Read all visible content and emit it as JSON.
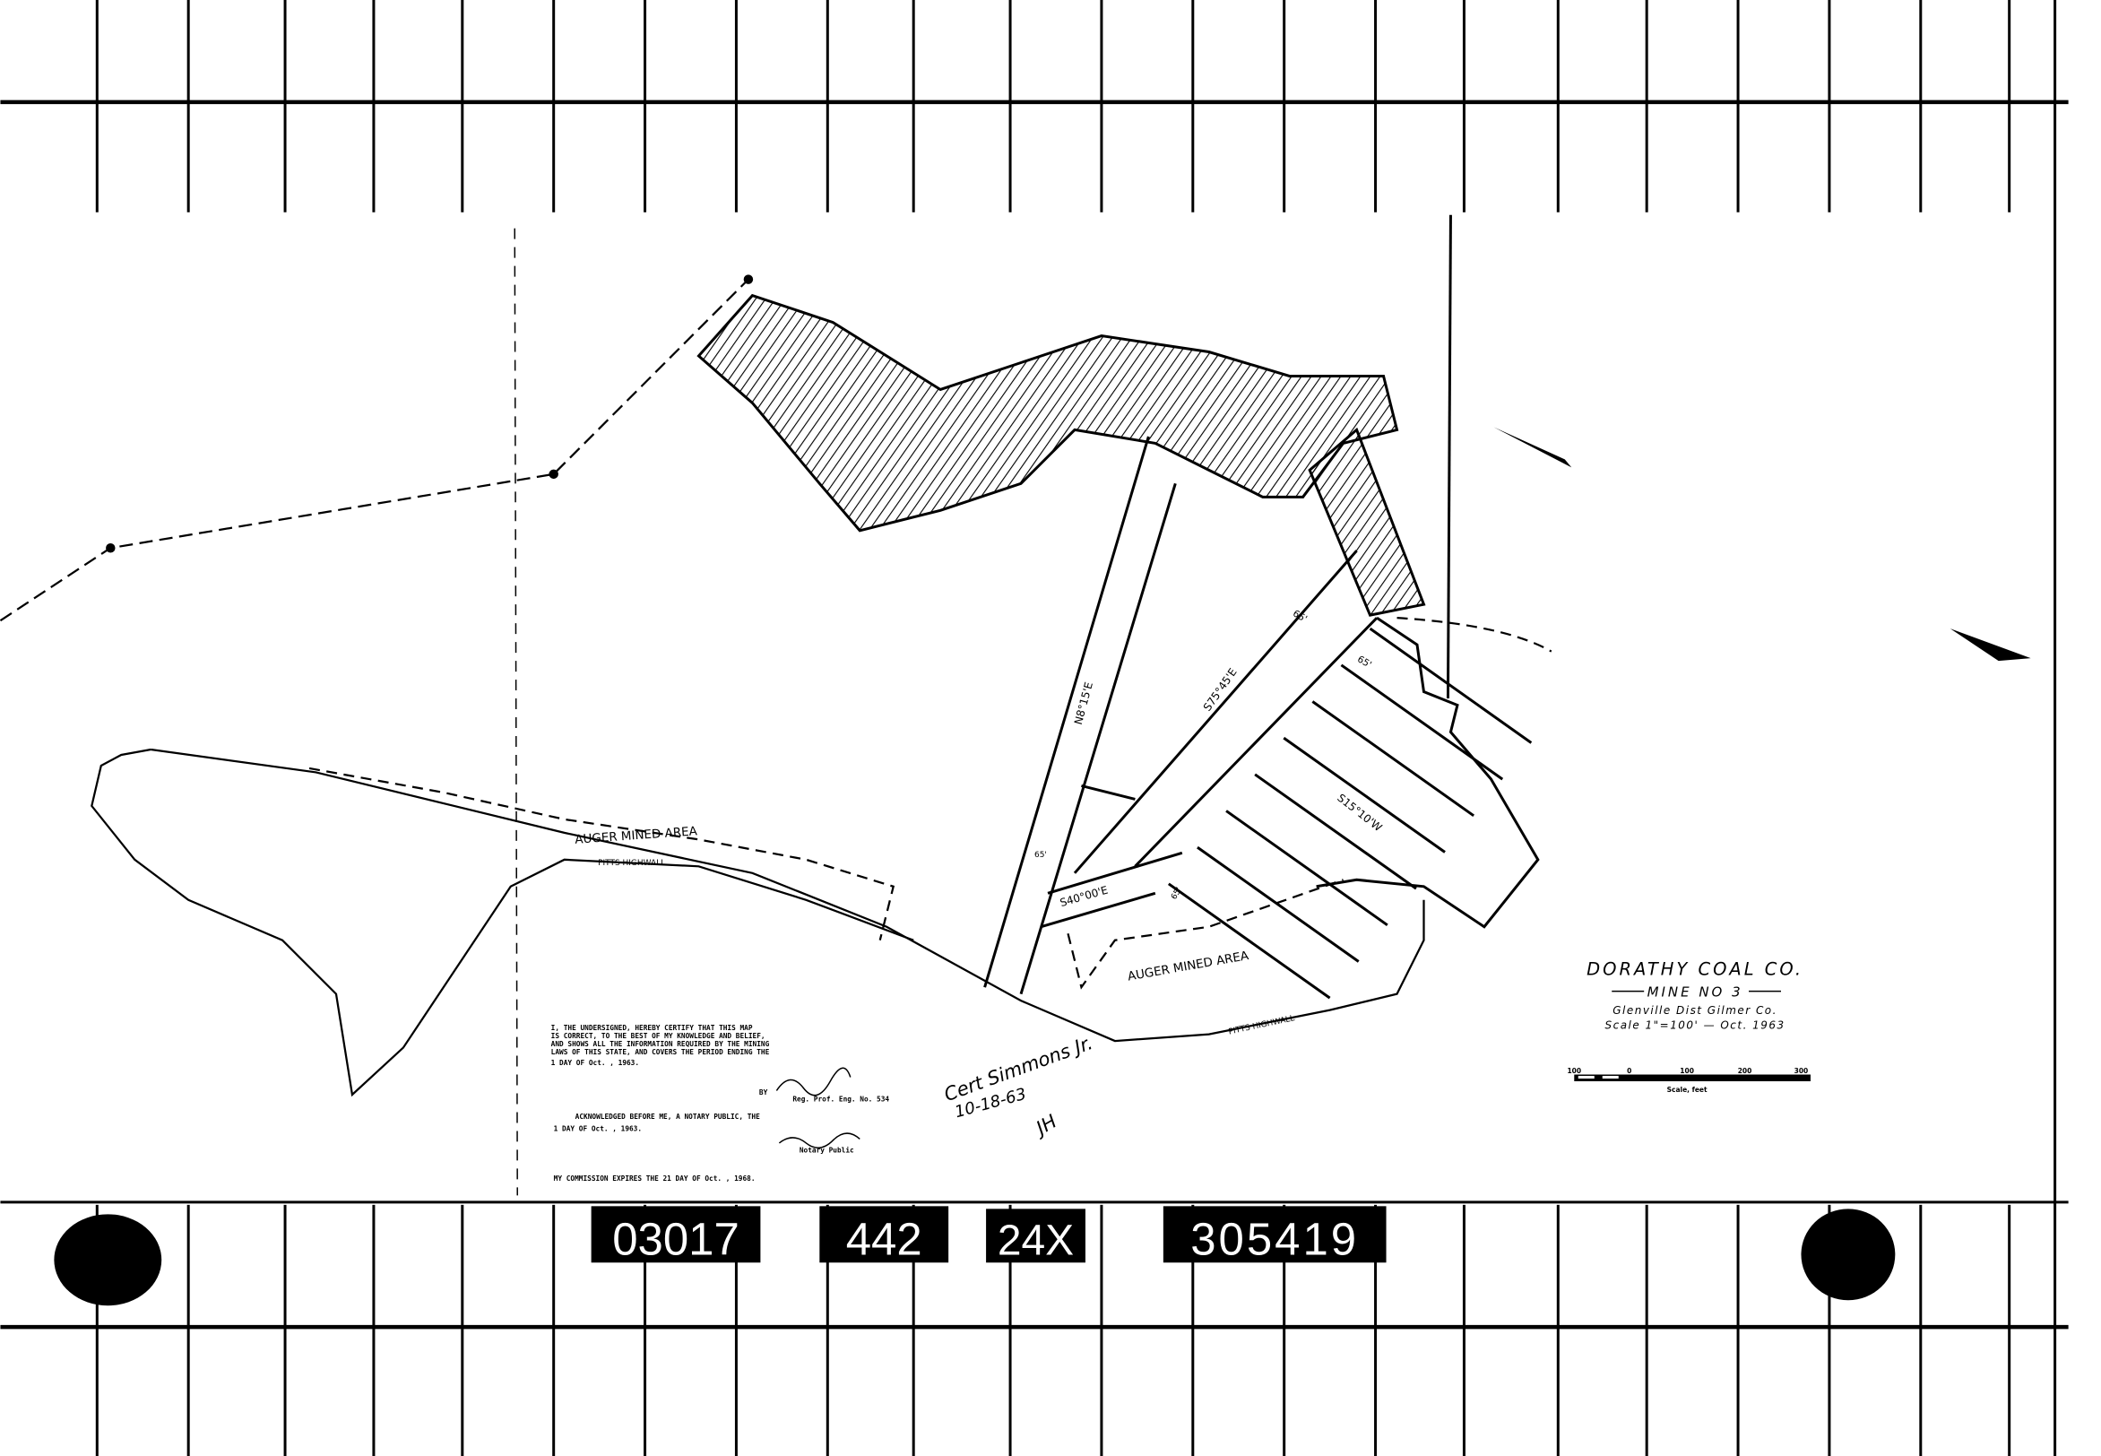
{
  "title_block": {
    "company": "DORATHY COAL CO.",
    "mine": "MINE NO 3",
    "district": "Glenville Dist  Gilmer Co.",
    "scale_date": "Scale 1\"=100'  —  Oct. 1963",
    "scale_bar": {
      "ticks": [
        "100",
        "0",
        "100",
        "200",
        "300"
      ],
      "label": "Scale, feet"
    }
  },
  "map_labels": {
    "auger_area_1": "AUGER MINED AREA",
    "highwall_1": "PITTS HIGHWALL",
    "auger_area_2": "AUGER MINED AREA",
    "highwall_2": "PITTS HIGHWALL",
    "bearing_1": "N8°15'E",
    "bearing_2": "S75°45'E",
    "bearing_3": "S40°00'E",
    "bearing_4": "S15°10'W",
    "dim_1": "65'",
    "dim_2": "65'",
    "dim_3": "65'",
    "dim_4": "65'"
  },
  "certification": {
    "line1": "I, THE UNDERSIGNED, HEREBY CERTIFY THAT THIS MAP",
    "line2": "IS CORRECT, TO THE BEST OF MY KNOWLEDGE AND BELIEF,",
    "line3": "AND SHOWS ALL THE INFORMATION REQUIRED BY THE MINING",
    "line4": "LAWS OF THIS STATE, AND COVERS THE PERIOD ENDING THE",
    "date_line": "1  DAY OF  Oct.  , 1963.",
    "by": "BY",
    "engineer_title": "Reg. Prof. Eng. No. 534",
    "ack": "ACKNOWLEDGED BEFORE ME, A NOTARY PUBLIC, THE",
    "ack_date": "1  DAY OF  Oct.  , 1963.",
    "notary_title": "Notary Public",
    "commission": "MY COMMISSION EXPIRES THE 21 DAY OF  Oct.  , 1968."
  },
  "handwritten_note": {
    "date": "10-18-63",
    "initials": "JH",
    "sig": "Cert Simmons Jr."
  },
  "film_labels": [
    "03017",
    "442",
    "24X",
    "305419"
  ],
  "colors": {
    "ink": "#000000",
    "paper": "#ffffff"
  }
}
